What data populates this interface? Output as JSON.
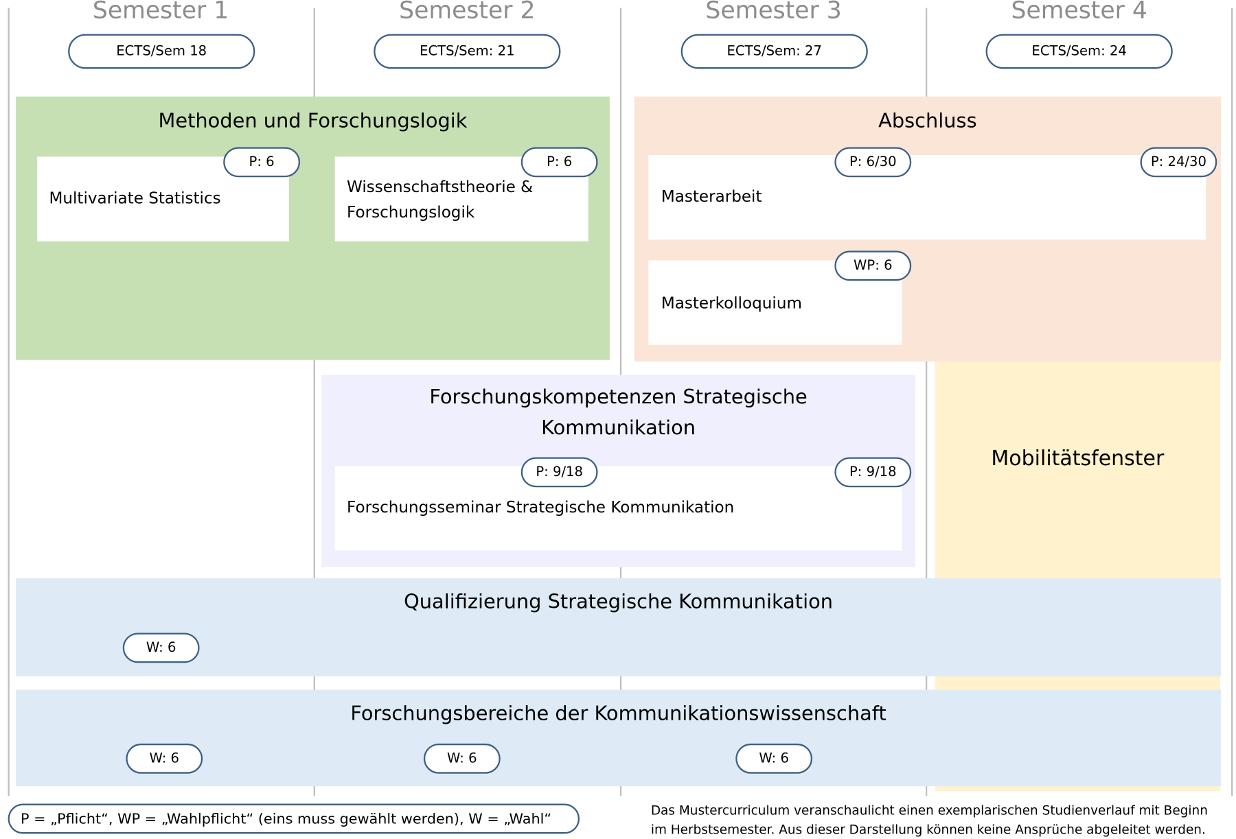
{
  "semesters": [
    {
      "title": "Semester 1",
      "ects": "ECTS/Sem 18"
    },
    {
      "title": "Semester 2",
      "ects": "ECTS/Sem: 21"
    },
    {
      "title": "Semester 3",
      "ects": "ECTS/Sem: 27"
    },
    {
      "title": "Semester 4",
      "ects": "ECTS/Sem: 24"
    }
  ],
  "methoden": {
    "title": "Methoden und Forschungslogik",
    "modules": [
      {
        "label": "Multivariate Statistics",
        "badge": "P: 6"
      },
      {
        "label_line1": "Wissenschaftstheorie &",
        "label_line2": "Forschungslogik",
        "badge": "P: 6"
      }
    ]
  },
  "abschluss": {
    "title": "Abschluss",
    "masterarbeit": {
      "label": "Masterarbeit",
      "badge_1": "P: 6/30",
      "badge_2": "P: 24/30"
    },
    "masterkolloquium": {
      "label": "Masterkolloquium",
      "badge": "WP: 6"
    }
  },
  "forschungskompetenzen": {
    "title_line1": "Forschungskompetenzen Strategische",
    "title_line2": "Kommunikation",
    "module": {
      "label": "Forschungsseminar Strategische Kommunikation",
      "badge_1": "P: 9/18",
      "badge_2": "P: 9/18"
    }
  },
  "mobilitaet": {
    "title": "Mobilitätsfenster"
  },
  "qualifizierung": {
    "title": "Qualifizierung Strategische Kommunikation",
    "badge": "W: 6"
  },
  "forschungsbereiche": {
    "title": "Forschungsbereiche der Kommunikationswissenschaft",
    "badges": [
      "W: 6",
      "W: 6",
      "W: 6"
    ]
  },
  "legend": "P = „Pflicht“, WP = „Wahlpflicht“ (eins muss gewählt werden), W = „Wahl“",
  "note_line1": "Das Mustercurriculum veranschaulicht einen exemplarischen Studienverlauf mit Beginn",
  "note_line2": "im Herbstsemester. Aus dieser Darstellung können keine Ansprüche abgeleitet werden.",
  "colors": {
    "methoden": "#c6e0b4",
    "abschluss": "#fbe5d6",
    "forschungskompetenzen": "#efeffd",
    "mobilitaet": "#fff2cc",
    "qualifizierung": "#deebf7",
    "pill_border": "#3d5f86"
  }
}
